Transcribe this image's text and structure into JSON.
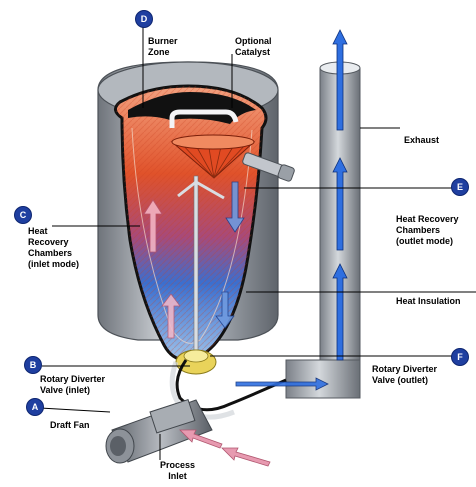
{
  "labels": {
    "burner_zone": [
      "Burner",
      "Zone"
    ],
    "optional_catalyst": [
      "Optional",
      "Catalyst"
    ],
    "exhaust": "Exhaust",
    "heat_recovery_inlet": [
      "Heat",
      "Recovery",
      "Chambers",
      "(inlet mode)"
    ],
    "heat_recovery_outlet": [
      "Heat Recovery",
      "Chambers",
      "(outlet mode)"
    ],
    "heat_insulation": "Heat Insulation",
    "rotary_diverter_inlet": [
      "Rotary Diverter",
      "Valve (inlet)"
    ],
    "rotary_diverter_outlet": [
      "Rotary Diverter",
      "Valve (outlet)"
    ],
    "draft_fan": "Draft Fan",
    "process_inlet": [
      "Process",
      "Inlet"
    ]
  },
  "badges": {
    "a": "A",
    "b": "B",
    "c": "C",
    "d": "D",
    "e": "E",
    "f": "F"
  },
  "colors": {
    "badge": "#1f3fa0",
    "hot": "#e0522a",
    "cool": "#3a6fd0",
    "shell": "#8a8f96",
    "flow_arrow": "#2f6fe0",
    "inlet_arrow": "#e79ab0"
  }
}
